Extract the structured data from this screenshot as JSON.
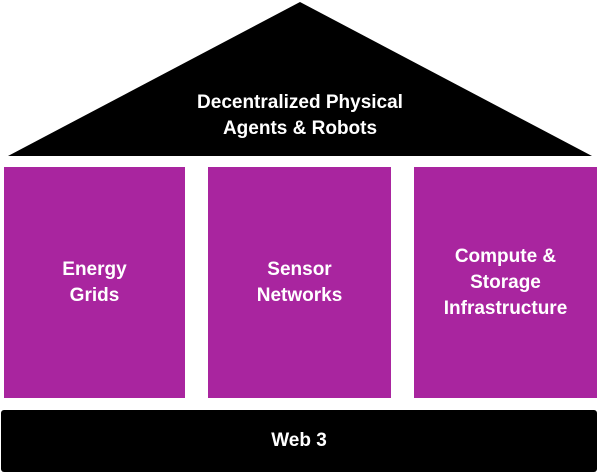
{
  "roof": {
    "label": "Decentralized Physical\nAgents & Robots",
    "color": "#000000"
  },
  "pillars": [
    {
      "label": "Energy\nGrids"
    },
    {
      "label": "Sensor\nNetworks"
    },
    {
      "label": "Compute &\nStorage\nInfrastructure"
    }
  ],
  "pillar_color": "#a9259f",
  "base": {
    "label": "Web 3",
    "color": "#000000"
  }
}
